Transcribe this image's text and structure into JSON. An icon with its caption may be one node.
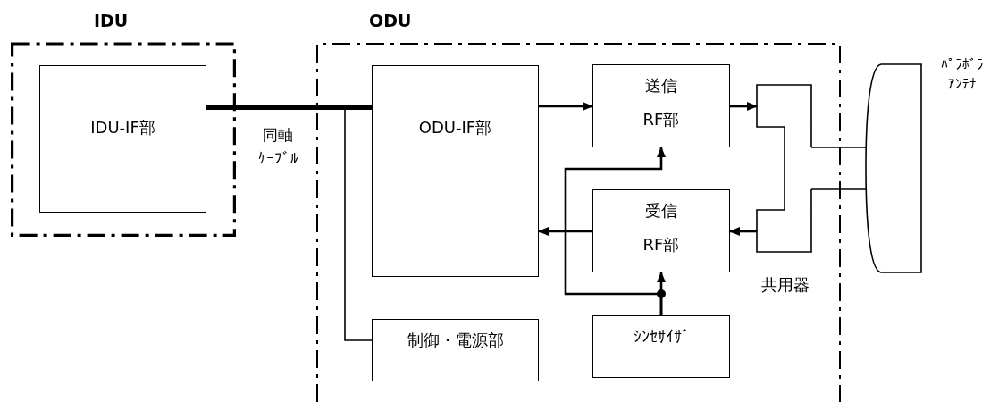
{
  "diagram": {
    "nodes": [
      {
        "text": [
          "IDU"
        ]
      },
      {
        "text": [
          "IDU-IF部"
        ],
        "in": 0
      },
      {
        "text": [
          "ODU"
        ]
      },
      {
        "text": [
          "ODU-IF部"
        ],
        "in": 2
      },
      {
        "text": [
          "制御・電源部"
        ],
        "in": 2
      },
      {
        "text": [
          "送信",
          "RF部"
        ],
        "in": 2
      },
      {
        "text": [
          "受信",
          "RF部"
        ],
        "in": 2
      },
      {
        "text": [
          "ｼﾝｾｻｲｻﾞ"
        ],
        "in": 2
      },
      {
        "text": [
          "共用器"
        ],
        "in": 2
      },
      {
        "text": [
          "ﾊﾟﾗﾎﾞﾗ",
          "ｱﾝﾃﾅ"
        ]
      }
    ],
    "edges": [
      {
        "from": 1,
        "to": 3,
        "arrow": "none",
        "label": "同軸ｹｰﾌﾞﾙ",
        "style": "thick"
      },
      {
        "from": 1,
        "to": 4,
        "arrow": "none"
      },
      {
        "from": 3,
        "to": 5,
        "arrow": "to"
      },
      {
        "from": 5,
        "to": 8,
        "arrow": "to"
      },
      {
        "from": 8,
        "to": 6,
        "arrow": "to"
      },
      {
        "from": 6,
        "to": 3,
        "arrow": "to"
      },
      {
        "from": 7,
        "to": 6,
        "arrow": "to"
      },
      {
        "from": 7,
        "to": 5,
        "arrow": "to"
      },
      {
        "from": 8,
        "to": 9,
        "arrow": "none"
      },
      {
        "from": 8,
        "to": 9,
        "arrow": "none"
      }
    ]
  }
}
